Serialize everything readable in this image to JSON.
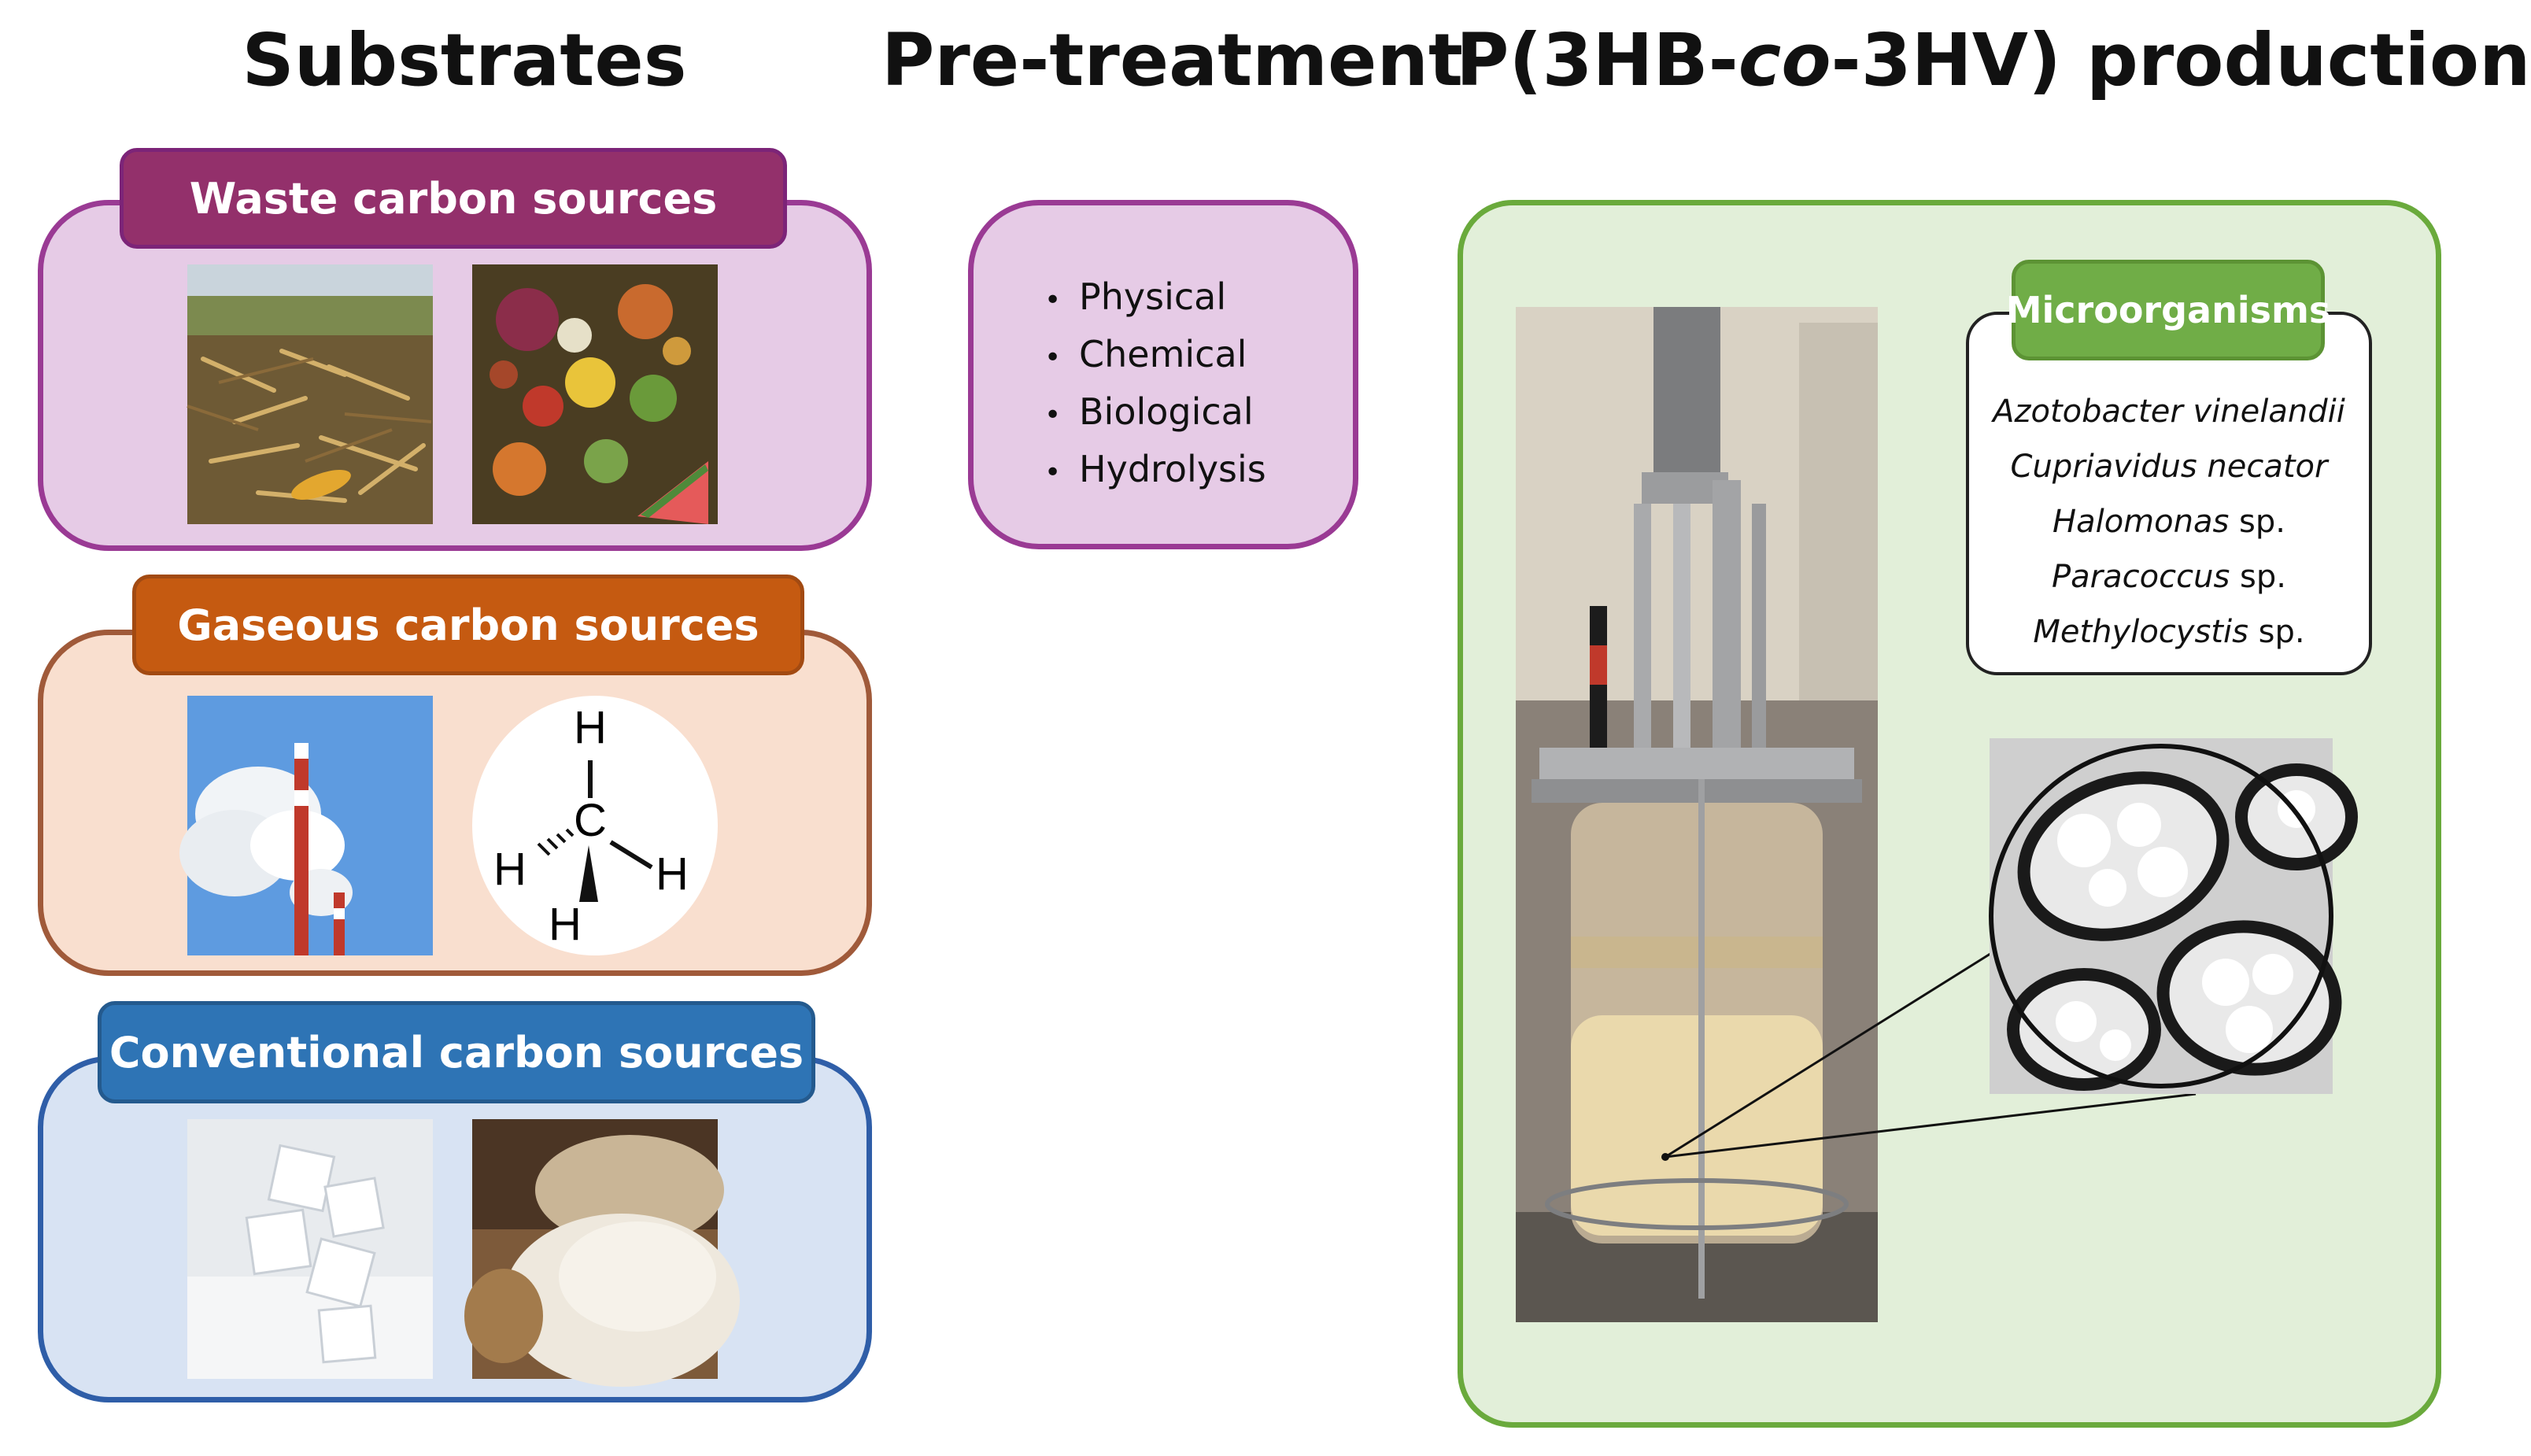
{
  "headings": {
    "substrates": "Substrates",
    "pretreatment": "Pre-treatment",
    "production_prefix": "P(3HB-",
    "production_italic": "co",
    "production_suffix": "-3HV) production"
  },
  "substrates": {
    "waste": {
      "label": "Waste carbon sources",
      "color": "#93306b",
      "images": [
        "corn-stover-field",
        "food-waste"
      ]
    },
    "gaseous": {
      "label": "Gaseous carbon sources",
      "color": "#c55a11",
      "images": [
        "smokestack-emissions",
        "methane-molecule"
      ]
    },
    "conventional": {
      "label": "Conventional carbon sources",
      "color": "#2e74b5",
      "images": [
        "sugar-cubes",
        "flour-sack"
      ]
    }
  },
  "methane": {
    "center": "C",
    "hydrogen": "H"
  },
  "pretreatment": {
    "items": [
      "Physical",
      "Chemical",
      "Biological",
      "Hydrolysis"
    ],
    "color": "#e6cbe6"
  },
  "production": {
    "color": "#70ad47",
    "image": "bioreactor-photo",
    "micrograph": "bacterial-cells-with-granules",
    "microorganisms": {
      "label": "Microorganisms",
      "items": [
        {
          "genus": "Azotobacter vinelandii",
          "suffix": ""
        },
        {
          "genus": "Cupriavidus necator",
          "suffix": ""
        },
        {
          "genus": "Halomonas",
          "suffix": " sp."
        },
        {
          "genus": "Paracoccus",
          "suffix": " sp."
        },
        {
          "genus": "Methylocystis",
          "suffix": " sp."
        }
      ]
    }
  }
}
